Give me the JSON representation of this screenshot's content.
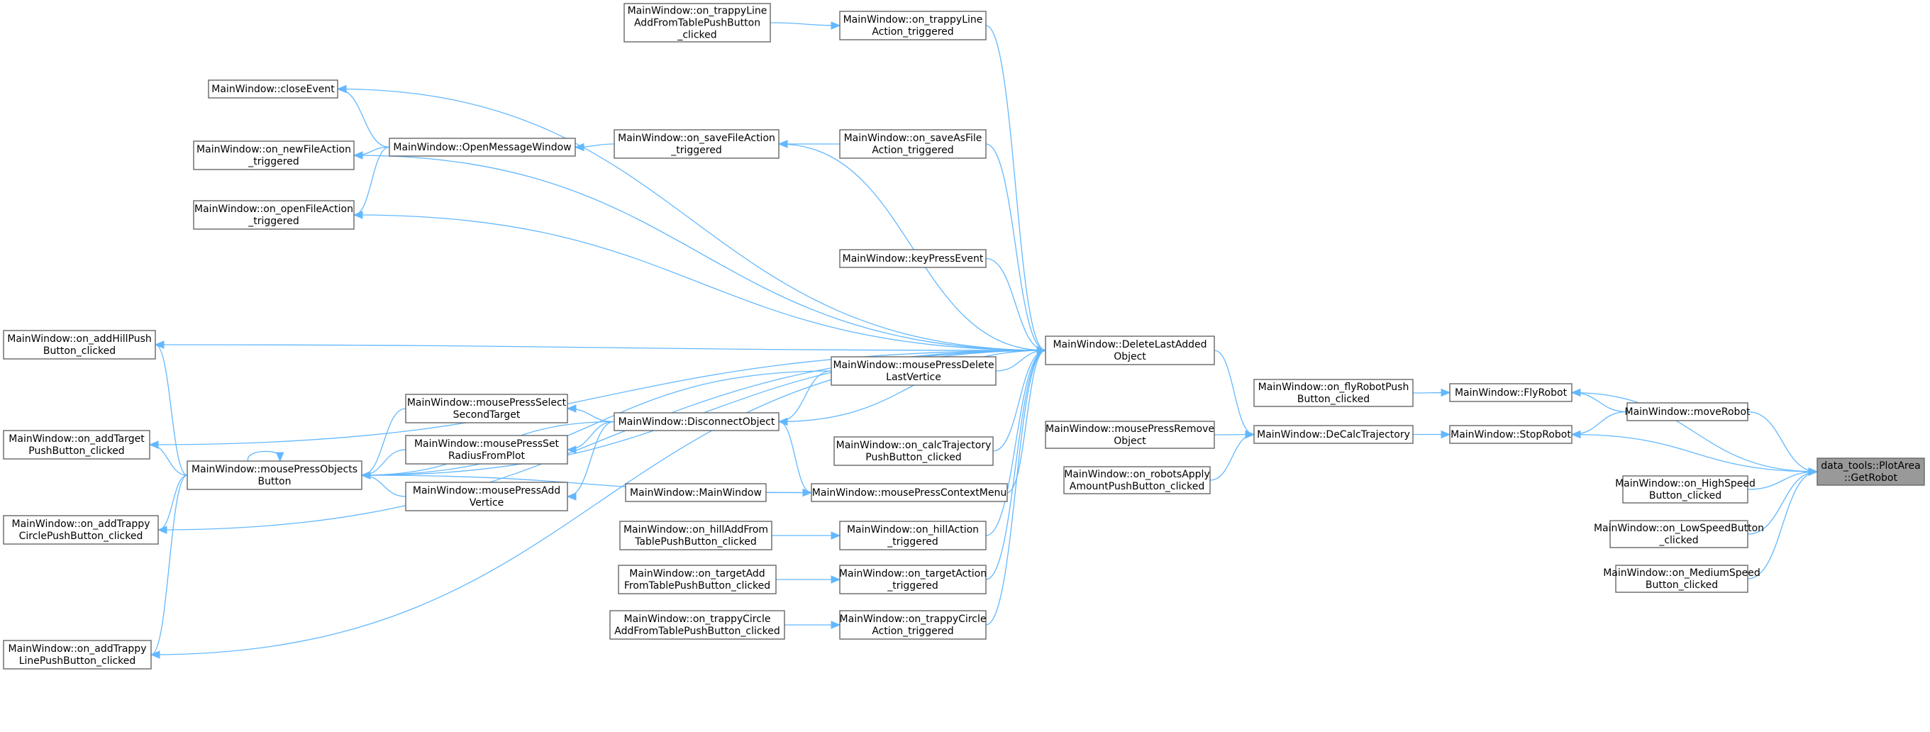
{
  "colors": {
    "edge": "#63b8ff",
    "node_border": "#666666",
    "focus_fill": "#999999"
  },
  "nodes": [
    {
      "id": "getRobot",
      "lines": [
        "data_tools::PlotArea",
        "::GetRobot"
      ],
      "focus": true
    },
    {
      "id": "flyRobot",
      "lines": [
        "MainWindow::FlyRobot"
      ]
    },
    {
      "id": "moveRobot",
      "lines": [
        "MainWindow::moveRobot"
      ]
    },
    {
      "id": "stopRobot",
      "lines": [
        "MainWindow::StopRobot"
      ]
    },
    {
      "id": "highSpeed",
      "lines": [
        "MainWindow::on_HighSpeed",
        "Button_clicked"
      ]
    },
    {
      "id": "lowSpeed",
      "lines": [
        "MainWindow::on_LowSpeedButton",
        "_clicked"
      ]
    },
    {
      "id": "mediumSpeed",
      "lines": [
        "MainWindow::on_MediumSpeed",
        "Button_clicked"
      ]
    },
    {
      "id": "flyRobotPush",
      "lines": [
        "MainWindow::on_flyRobotPush",
        "Button_clicked"
      ]
    },
    {
      "id": "deCalc",
      "lines": [
        "MainWindow::DeCalcTrajectory"
      ]
    },
    {
      "id": "deleteLast",
      "lines": [
        "MainWindow::DeleteLastAdded",
        "Object"
      ]
    },
    {
      "id": "mpRemove",
      "lines": [
        "MainWindow::mousePressRemove",
        "Object"
      ]
    },
    {
      "id": "robotsApply",
      "lines": [
        "MainWindow::on_robotsApply",
        "AmountPushButton_clicked"
      ]
    },
    {
      "id": "trappyLineAct",
      "lines": [
        "MainWindow::on_trappyLine",
        "Action_triggered"
      ]
    },
    {
      "id": "trappyLineAdd",
      "lines": [
        "MainWindow::on_trappyLine",
        "AddFromTablePushButton",
        "_clicked"
      ]
    },
    {
      "id": "closeEvent",
      "lines": [
        "MainWindow::closeEvent"
      ]
    },
    {
      "id": "newFile",
      "lines": [
        "MainWindow::on_newFileAction",
        "_triggered"
      ]
    },
    {
      "id": "openMsg",
      "lines": [
        "MainWindow::OpenMessageWindow"
      ]
    },
    {
      "id": "saveFile",
      "lines": [
        "MainWindow::on_saveFileAction",
        "_triggered"
      ]
    },
    {
      "id": "saveAs",
      "lines": [
        "MainWindow::on_saveAsFile",
        "Action_triggered"
      ]
    },
    {
      "id": "openFile",
      "lines": [
        "MainWindow::on_openFileAction",
        "_triggered"
      ]
    },
    {
      "id": "keyPress",
      "lines": [
        "MainWindow::keyPressEvent"
      ]
    },
    {
      "id": "addHill",
      "lines": [
        "MainWindow::on_addHillPush",
        "Button_clicked"
      ]
    },
    {
      "id": "mpDeleteLV",
      "lines": [
        "MainWindow::mousePressDelete",
        "LastVertice"
      ]
    },
    {
      "id": "disconnect",
      "lines": [
        "MainWindow::DisconnectObject"
      ]
    },
    {
      "id": "mpSelect",
      "lines": [
        "MainWindow::mousePressSelect",
        "SecondTarget"
      ]
    },
    {
      "id": "mpSetRadius",
      "lines": [
        "MainWindow::mousePressSet",
        "RadiusFromPlot"
      ]
    },
    {
      "id": "mpAddVertice",
      "lines": [
        "MainWindow::mousePressAdd",
        "Vertice"
      ]
    },
    {
      "id": "calcTraj",
      "lines": [
        "MainWindow::on_calcTrajectory",
        "PushButton_clicked"
      ]
    },
    {
      "id": "addTarget",
      "lines": [
        "MainWindow::on_addTarget",
        "PushButton_clicked"
      ]
    },
    {
      "id": "mpObjects",
      "lines": [
        "MainWindow::mousePressObjects",
        "Button"
      ]
    },
    {
      "id": "mainWin",
      "lines": [
        "MainWindow::MainWindow"
      ]
    },
    {
      "id": "mpContext",
      "lines": [
        "MainWindow::mousePressContextMenu"
      ]
    },
    {
      "id": "addTrappyCircle",
      "lines": [
        "MainWindow::on_addTrappy",
        "CirclePushButton_clicked"
      ]
    },
    {
      "id": "hillAdd",
      "lines": [
        "MainWindow::on_hillAddFrom",
        "TablePushButton_clicked"
      ]
    },
    {
      "id": "hillAction",
      "lines": [
        "MainWindow::on_hillAction",
        "_triggered"
      ]
    },
    {
      "id": "targetAdd",
      "lines": [
        "MainWindow::on_targetAdd",
        "FromTablePushButton_clicked"
      ]
    },
    {
      "id": "targetAction",
      "lines": [
        "MainWindow::on_targetAction",
        "_triggered"
      ]
    },
    {
      "id": "trappyCircleAdd",
      "lines": [
        "MainWindow::on_trappyCircle",
        "AddFromTablePushButton_clicked"
      ]
    },
    {
      "id": "trappyCircleAct",
      "lines": [
        "MainWindow::on_trappyCircle",
        "Action_triggered"
      ]
    },
    {
      "id": "addTrappyLine",
      "lines": [
        "MainWindow::on_addTrappy",
        "LinePushButton_clicked"
      ]
    }
  ],
  "edges": [
    [
      "flyRobot",
      "getRobot"
    ],
    [
      "moveRobot",
      "getRobot"
    ],
    [
      "stopRobot",
      "getRobot"
    ],
    [
      "highSpeed",
      "getRobot"
    ],
    [
      "lowSpeed",
      "getRobot"
    ],
    [
      "mediumSpeed",
      "getRobot"
    ],
    [
      "moveRobot",
      "flyRobot"
    ],
    [
      "moveRobot",
      "stopRobot"
    ],
    [
      "flyRobotPush",
      "flyRobot"
    ],
    [
      "deCalc",
      "stopRobot"
    ],
    [
      "deleteLast",
      "deCalc"
    ],
    [
      "mpRemove",
      "deCalc"
    ],
    [
      "robotsApply",
      "deCalc"
    ],
    [
      "trappyLineAdd",
      "trappyLineAct"
    ],
    [
      "trappyLineAct",
      "deleteLast"
    ],
    [
      "closeEvent",
      "deleteLast"
    ],
    [
      "newFile",
      "deleteLast"
    ],
    [
      "openFile",
      "deleteLast"
    ],
    [
      "saveFile",
      "deleteLast"
    ],
    [
      "saveAs",
      "deleteLast"
    ],
    [
      "keyPress",
      "deleteLast"
    ],
    [
      "addHill",
      "deleteLast"
    ],
    [
      "addTarget",
      "deleteLast"
    ],
    [
      "mpDeleteLV",
      "deleteLast"
    ],
    [
      "calcTraj",
      "deleteLast"
    ],
    [
      "mpContext",
      "deleteLast"
    ],
    [
      "hillAction",
      "deleteLast"
    ],
    [
      "targetAction",
      "deleteLast"
    ],
    [
      "trappyCircleAct",
      "deleteLast"
    ],
    [
      "addTrappyCircle",
      "deleteLast"
    ],
    [
      "addTrappyLine",
      "deleteLast"
    ],
    [
      "mpObjects",
      "deleteLast"
    ],
    [
      "disconnect",
      "deleteLast"
    ],
    [
      "openMsg",
      "closeEvent"
    ],
    [
      "openMsg",
      "newFile"
    ],
    [
      "openMsg",
      "openFile"
    ],
    [
      "saveFile",
      "openMsg"
    ],
    [
      "saveAs",
      "saveFile"
    ],
    [
      "mpDeleteLV",
      "disconnect"
    ],
    [
      "disconnect",
      "mpSelect"
    ],
    [
      "disconnect",
      "mpSetRadius"
    ],
    [
      "disconnect",
      "mpAddVertice"
    ],
    [
      "disconnect",
      "mpObjects"
    ],
    [
      "mpContext",
      "disconnect"
    ],
    [
      "mpSelect",
      "mpObjects"
    ],
    [
      "mpSetRadius",
      "mpObjects"
    ],
    [
      "mpAddVertice",
      "mpObjects"
    ],
    [
      "mpDeleteLV",
      "mpObjects"
    ],
    [
      "mpContext",
      "mpObjects"
    ],
    [
      "mpObjects",
      "mpObjects"
    ],
    [
      "mpObjects",
      "addHill"
    ],
    [
      "mpObjects",
      "addTarget"
    ],
    [
      "mpObjects",
      "addTrappyCircle"
    ],
    [
      "mpObjects",
      "addTrappyLine"
    ],
    [
      "mainWin",
      "mpContext"
    ],
    [
      "hillAdd",
      "hillAction"
    ],
    [
      "targetAdd",
      "targetAction"
    ],
    [
      "trappyCircleAdd",
      "trappyCircleAct"
    ]
  ]
}
